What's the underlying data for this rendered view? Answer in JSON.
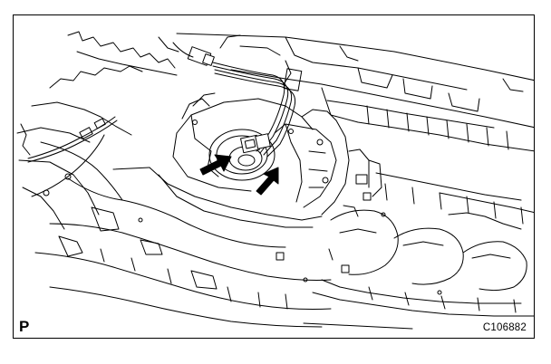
{
  "diagram": {
    "corner_letter": "P",
    "figure_code": "C106882",
    "line_color": "#000000",
    "background_color": "#ffffff",
    "arrow_count": 2
  }
}
